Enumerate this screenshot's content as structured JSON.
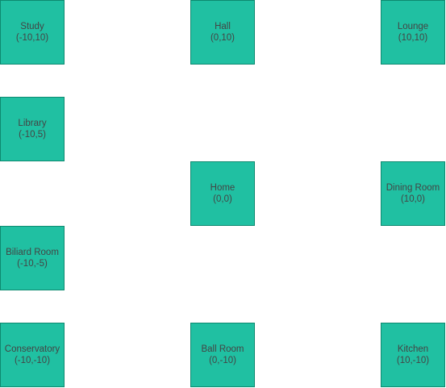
{
  "colors": {
    "room_fill": "#20c0a2",
    "room_border": "#0e8a70",
    "text": "#444444",
    "background": "#ffffff"
  },
  "rooms": [
    {
      "name": "Study",
      "coords": "(-10,10)"
    },
    {
      "name": "Hall",
      "coords": "(0,10)"
    },
    {
      "name": "Lounge",
      "coords": "(10,10)"
    },
    {
      "name": "Library",
      "coords": "(-10,5)"
    },
    {
      "name": "Home",
      "coords": "(0,0)"
    },
    {
      "name": "Dining Room",
      "coords": "(10,0)"
    },
    {
      "name": "Biliard Room",
      "coords": "(-10,-5)"
    },
    {
      "name": "Conservatory",
      "coords": "(-10,-10)"
    },
    {
      "name": "Ball Room",
      "coords": "(0,-10)"
    },
    {
      "name": "Kitchen",
      "coords": "(10,-10)"
    }
  ]
}
